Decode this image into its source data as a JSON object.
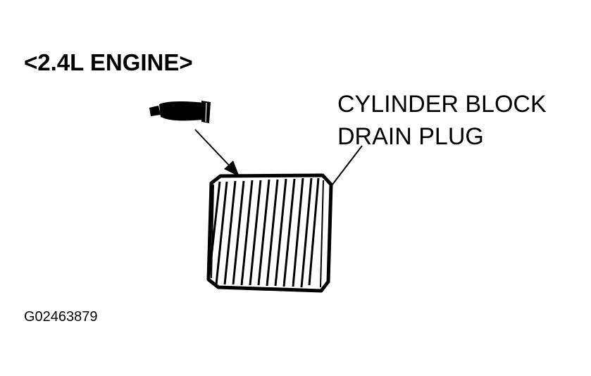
{
  "diagram": {
    "title": "<2.4L ENGINE>",
    "callout": {
      "line1": "CYLINDER BLOCK",
      "line2": "DRAIN PLUG"
    },
    "figure_id": "G02463879"
  },
  "icons": {
    "sealant_tube": "sealant-tube-icon",
    "drain_plug": "drain-plug-icon"
  },
  "colors": {
    "ink": "#000000",
    "paper": "#ffffff"
  }
}
